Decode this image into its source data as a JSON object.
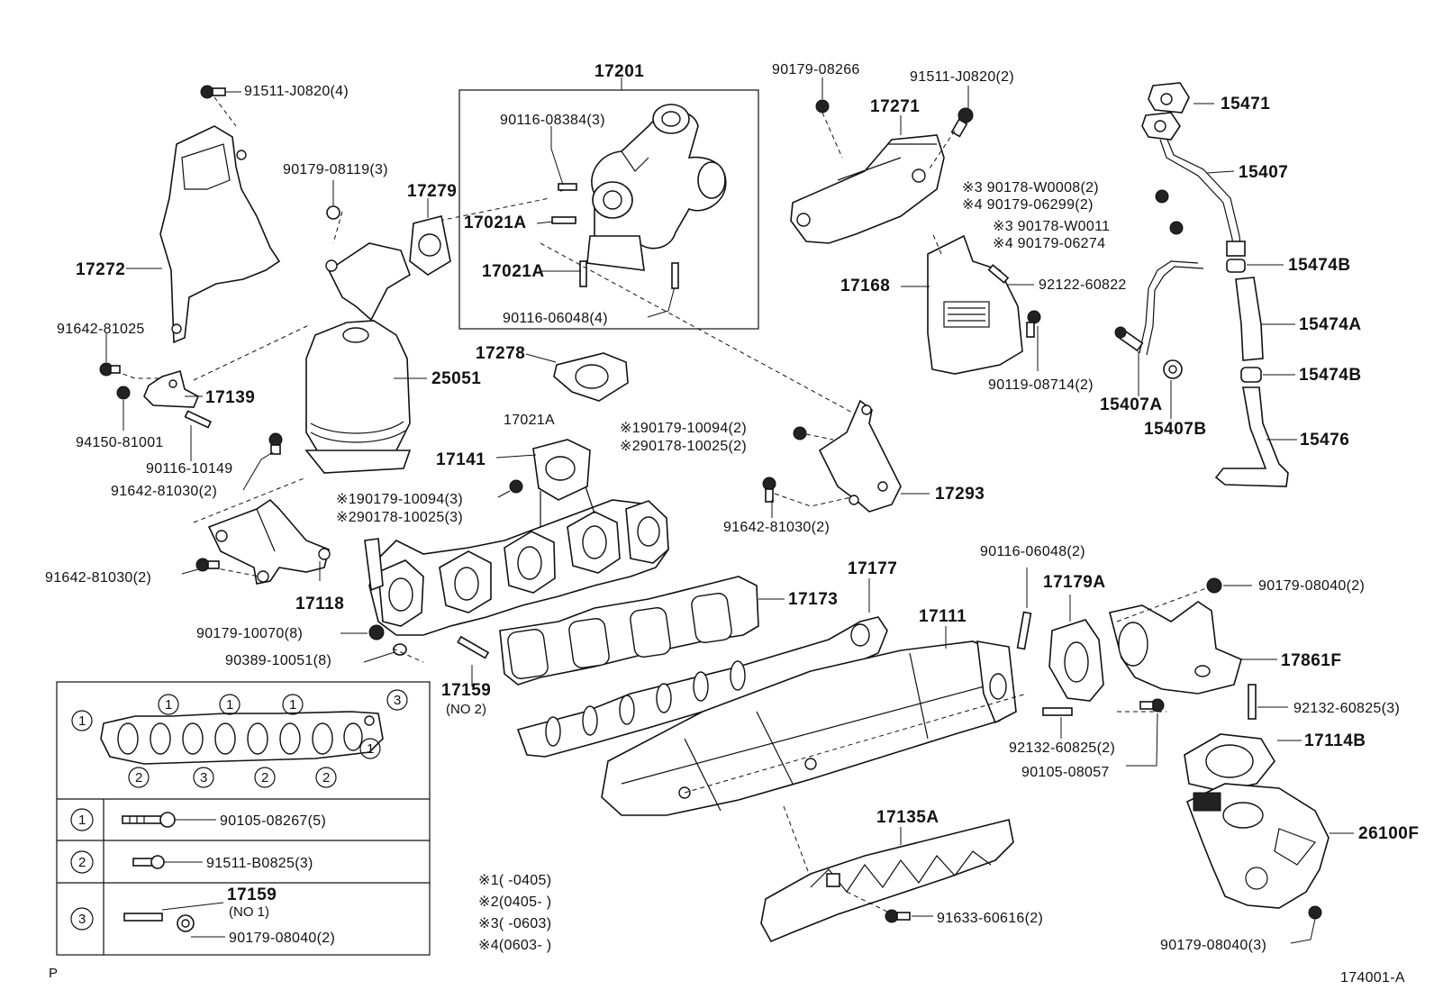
{
  "labels": {
    "l17201": "17201",
    "l90116_08384": "90116-08384(3)",
    "l17279": "17279",
    "l17021A_a": "17021A",
    "l17021A_b": "17021A",
    "l90116_06048_4": "90116-06048(4)",
    "l17278": "17278",
    "l17021A_c": "17021A",
    "l91511_j0820_4": "91511-J0820(4)",
    "l90179_08119": "90179-08119(3)",
    "l17272": "17272",
    "l91642_81025": "91642-81025",
    "l17139": "17139",
    "l94150_81001": "94150-81001",
    "l90116_10149": "90116-10149",
    "l25051": "25051",
    "l91642_81030_a": "91642-81030(2)",
    "l17141": "17141",
    "n1_90179_10094_a": "※190179-10094(3)",
    "n2_90178_10025_a": "※290178-10025(3)",
    "l91642_81030_b": "91642-81030(2)",
    "l17118": "17118",
    "l90179_10070": "90179-10070(8)",
    "l90389_10051": "90389-10051(8)",
    "l17159_no2": "17159",
    "l_no2": "(NO 2)",
    "n1_90179_10094_b": "※190179-10094(2)",
    "n2_90178_10025_b": "※290178-10025(2)",
    "l17293": "17293",
    "l91642_81030_c": "91642-81030(2)",
    "l90179_08266": "90179-08266",
    "l91511_j0820_2": "91511-J0820(2)",
    "l17271": "17271",
    "l17168": "17168",
    "n3_90178_w0008": "※3 90178-W0008(2)",
    "n4_90179_06299": "※4 90179-06299(2)",
    "n3_90178_w0011": "※3 90178-W0011",
    "n4_90179_06274": "※4 90179-06274",
    "l92122_60822": "92122-60822",
    "l90119_08714": "90119-08714(2)",
    "l15471": "15471",
    "l15407": "15407",
    "l15474B_a": "15474B",
    "l15474A": "15474A",
    "l15474B_b": "15474B",
    "l15407A": "15407A",
    "l15407B": "15407B",
    "l15476": "15476",
    "l17173": "17173",
    "l17177": "17177",
    "l17111": "17111",
    "l90116_06048_2": "90116-06048(2)",
    "l17179A": "17179A",
    "l90179_08040_2": "90179-08040(2)",
    "l17861F": "17861F",
    "l92132_60825_3": "92132-60825(3)",
    "l92132_60825_2": "92132-60825(2)",
    "l17114B": "17114B",
    "l90105_08057": "90105-08057",
    "l26100F": "26100F",
    "l90179_08040_3": "90179-08040(3)",
    "l17135A": "17135A",
    "l91633_60616": "91633-60616(2)",
    "fn1": "※1(    -0405)",
    "fn2": "※2(0405-    )",
    "fn3": "※3(    -0603)",
    "fn4": "※4(0603-    )",
    "legend_row1": "90105-08267(5)",
    "legend_row2": "91511-B0825(3)",
    "legend_row3_part": "17159",
    "legend_row3_no": "(NO 1)",
    "legend_row3_nut": "90179-08040(2)",
    "ref_code": "174001-A",
    "corner_mark": "P"
  },
  "legend": {
    "key_1": "1",
    "key_2": "2",
    "key_3": "3"
  }
}
